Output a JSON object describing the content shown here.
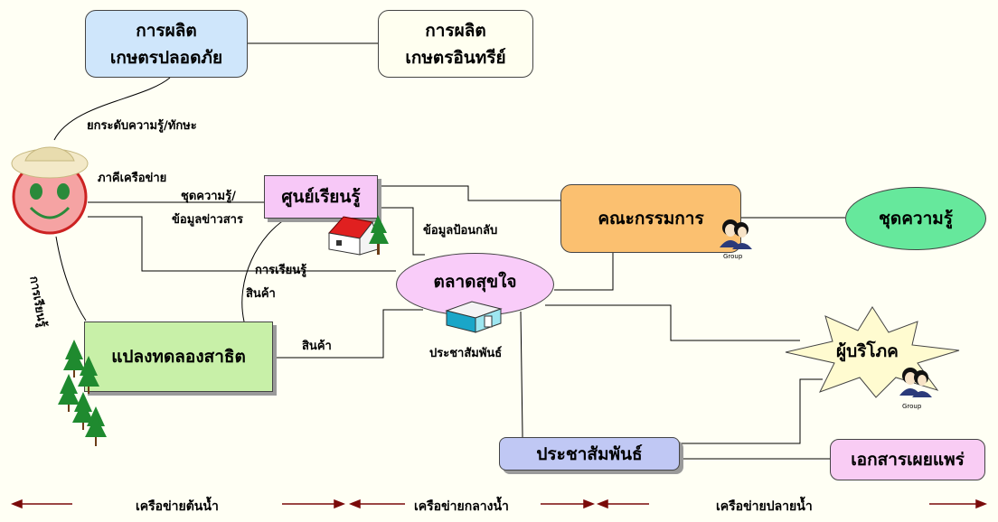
{
  "nodes": {
    "safe_production": [
      "การผลิต",
      "เกษตรปลอดภัย"
    ],
    "organic_production": [
      "การผลิต",
      "เกษตรอินทรีย์"
    ],
    "learning_center": "ศูนย์เรียนรู้",
    "committee": "คณะกรรมการ",
    "knowledge_set": "ชุดความรู้",
    "market": "ตลาดสุขใจ",
    "demo_plot": "แปลงทดลองสาธิต",
    "consumer": "ผู้บริโภค",
    "pr_box": "ประชาสัมพันธ์",
    "publication": "เอกสารเผยแพร่"
  },
  "labels": {
    "upgrade": "ยกระดับความรู้/ทักษะ",
    "partners": "ภาคีเครือข่าย",
    "knowledge_info_1": "ชุดความรู้/",
    "knowledge_info_2": "ข้อมูลข่าวสาร",
    "feedback": "ข้อมูลป้อนกลับ",
    "learning": "การเรียนรู้",
    "goods_1": "สินค้า",
    "goods_2": "สินค้า",
    "learning_vertical": "การเรียนรู้",
    "pr_under_market": "ประชาสัมพันธ์",
    "group_1": "Group",
    "group_2": "Group"
  },
  "footer": {
    "upstream": "เครือข่ายต้นน้ำ",
    "midstream": "เครือข่ายกลางน้ำ",
    "downstream": "เครือข่ายปลายน้ำ"
  },
  "icons": {
    "farmer": "farmer-face-icon",
    "house": "house-icon",
    "trees": "pine-tree-icon",
    "people": "group-people-icon",
    "building": "building-icon"
  },
  "colors": {
    "safe_production": "#cfe6fb",
    "organic_production": "#fffff0",
    "learning_center": "#f7c8f7",
    "committee": "#fbc070",
    "knowledge_set": "#66e89c",
    "market": "#f9ccf9",
    "demo_plot": "#c8f0a8",
    "consumer": "#fffbd0",
    "pr_box": "#c0c8f4",
    "publication": "#f9ccf4",
    "arrow": "#7a0a0a"
  }
}
